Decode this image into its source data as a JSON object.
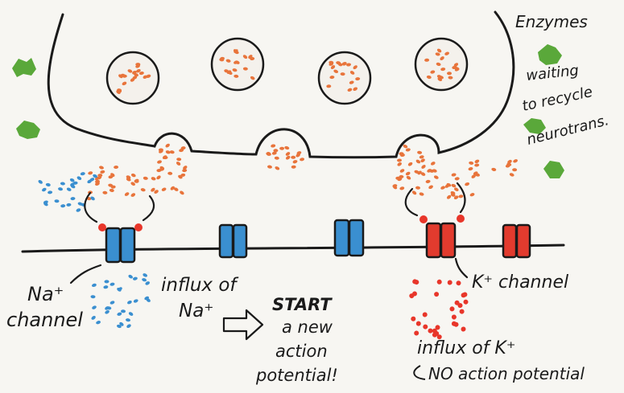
{
  "labels": {
    "enzymes": "Enzymes",
    "waiting_line1": "waiting",
    "waiting_line2": "to recycle",
    "waiting_line3": "neurotrans.",
    "na_channel_line1": "Na⁺",
    "na_channel_line2": "channel",
    "k_channel": "K⁺ channel",
    "influx_na_line1": "influx of",
    "influx_na_line2": "Na⁺",
    "start_line1": "START",
    "start_line2": "a new",
    "start_line3": "action",
    "start_line4": "potential!",
    "influx_k": "influx of K⁺",
    "no_action": "NO action potential"
  },
  "colors": {
    "outline": "#1a1a1a",
    "neurotransmitter": "#e8743b",
    "sodium": "#3a8fd0",
    "potassium": "#e8362a",
    "enzyme": "#5aa83a",
    "na_channel_fill": "#3a8fd0",
    "k_channel_fill": "#e23b2e"
  },
  "icons": {
    "arrow": "hollow-right-arrow-icon"
  }
}
